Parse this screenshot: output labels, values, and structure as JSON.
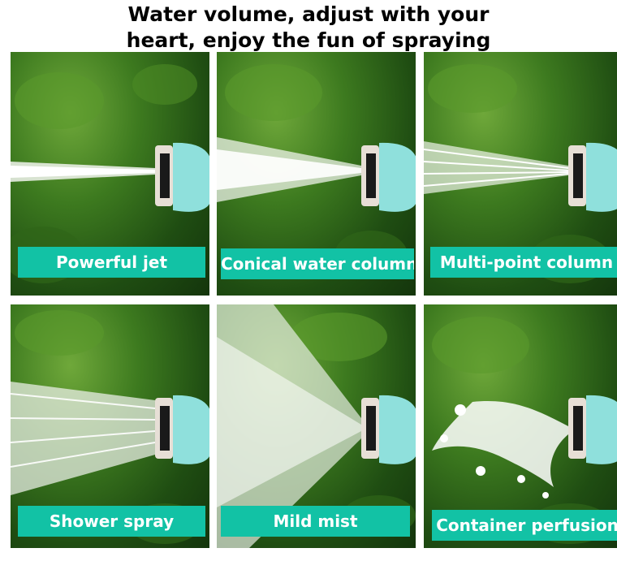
{
  "title": {
    "line1": "Water volume, adjust with your",
    "line2": "heart, enjoy the fun of spraying"
  },
  "tiles": [
    {
      "label": "Powerful jet"
    },
    {
      "label": "Conical water column"
    },
    {
      "label": "Multi-point column"
    },
    {
      "label": "Shower spray"
    },
    {
      "label": "Mild mist"
    },
    {
      "label": "Container perfusion"
    }
  ],
  "colors": {
    "label_bg": "#12c2a5",
    "nozzle_body": "#8fe0dc",
    "nozzle_ring": "#e7dfd6",
    "foliage": "#3d7a1f"
  }
}
